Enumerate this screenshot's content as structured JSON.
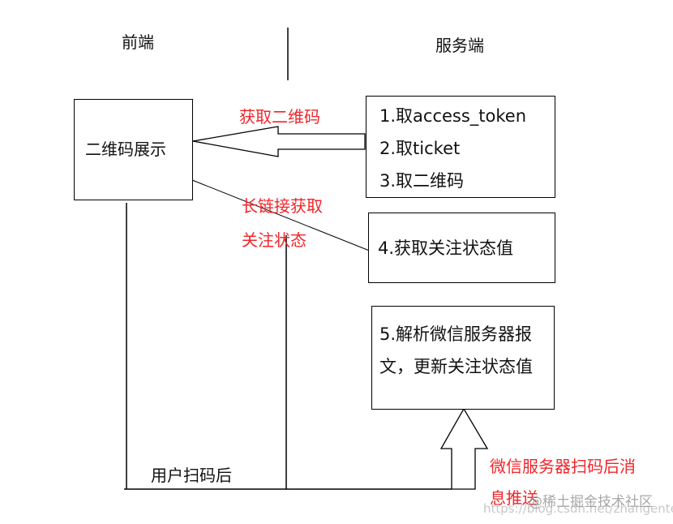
{
  "headers": {
    "frontend": "前端",
    "server": "服务端"
  },
  "boxes": {
    "qr_display": "二维码展示",
    "steps_1_3": [
      "1.取access_token",
      "2.取ticket",
      "3.取二维码"
    ],
    "step_4": "4.获取关注状态值",
    "step_5": [
      "5.解析微信服务器报",
      "文，更新关注状态值"
    ]
  },
  "annotations": {
    "get_qr": "获取二维码",
    "long_poll": [
      "长链接获取",
      "关注状态"
    ],
    "user_scan": "用户扫码后",
    "wechat_push": [
      "微信服务器扫码后消",
      "息推送"
    ]
  },
  "colors": {
    "annotation_red": "#f2252a",
    "line": "#000000"
  },
  "watermark": {
    "site": "@稀土掘金技术社区",
    "url": "https://blog.csdn.net/zhangenter"
  }
}
